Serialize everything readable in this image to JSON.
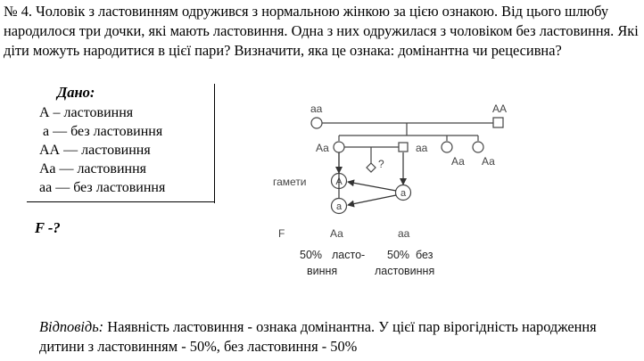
{
  "problem": {
    "text": "№ 4. Чоловік з ластовинням одружився з нормальною жінкою за цією ознакою. Від цього шлюбу народилося три дочки, які мають ластовиння. Одна з них одружилася з чоловіком без ластовиння. Які діти можуть народитися в цієї пари? Визначити, яка це ознака: домінантна чи рецесивна?"
  },
  "given": {
    "title": "Дано:",
    "lines": [
      "А – ластовиння",
      "а — без ластовиння",
      "АА — ластовиння",
      "Аа — ластовиння",
      "аа — без ластовиння"
    ],
    "find": "F -?"
  },
  "diagram": {
    "mother_genotype": "аа",
    "father_genotype": "АА",
    "daughter1_genotype": "Аа",
    "husband_genotype": "аа",
    "daughter2_genotype": "Аа",
    "daughter3_genotype": "Аа",
    "unknown_child": "?",
    "gametes_label": "гамети",
    "gamete_A": "А",
    "gamete_a1": "а",
    "gamete_a2": "а",
    "f_label": "F",
    "offspring1_genotype": "Аа",
    "offspring2_genotype": "аа",
    "offspring1_percent": "50%",
    "offspring1_desc_a": "ласто-",
    "offspring1_desc_b": "виння",
    "offspring2_percent": "50%",
    "offspring2_desc_a": "без",
    "offspring2_desc_b": "ластовиння"
  },
  "answer": {
    "label": "Відповідь:",
    "text": " Наявність ластовиння - ознака домінантна. У цієї пар вірогідність народження дитини з ластовинням - 50%, без ластовиння - 50%"
  }
}
